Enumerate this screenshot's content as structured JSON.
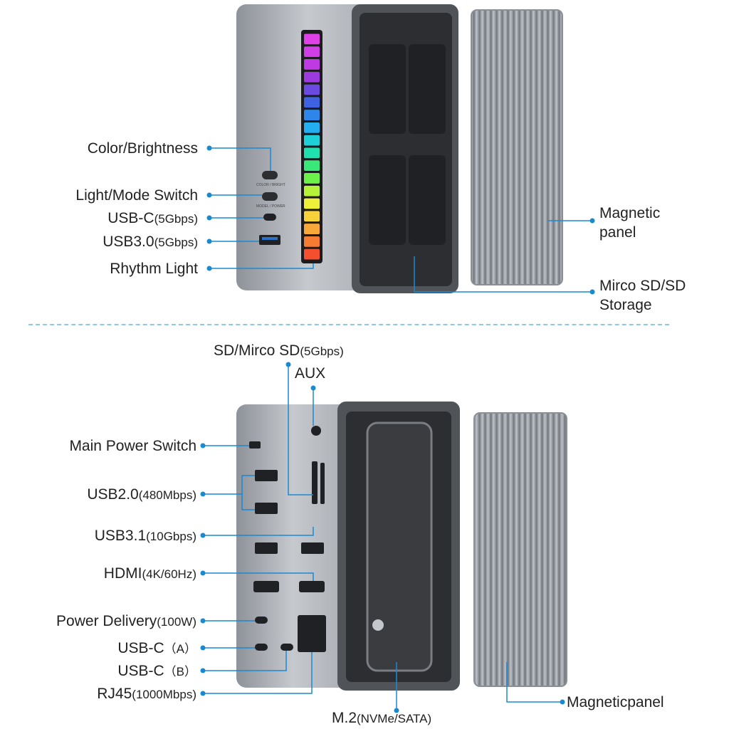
{
  "colors": {
    "accent": "#1a8ad0",
    "divider": "#8fc7e6",
    "body_metal": "#b9bdc4",
    "body_dark": "#3a3c40",
    "panel": "#9fa3aa"
  },
  "icons": [
    "rhythm-light-bar-icon",
    "usb-port-icon",
    "hdmi-port-icon",
    "rj45-port-icon",
    "sd-slot-icon",
    "aux-jack-icon"
  ],
  "rhythm_light_colors": [
    "#e040e8",
    "#d03ee6",
    "#c03ae4",
    "#9c3ae0",
    "#6a4ae0",
    "#3f62e2",
    "#2f86ea",
    "#22aef0",
    "#1ed0d8",
    "#20e0b0",
    "#3ae87a",
    "#6ef04a",
    "#b6f23a",
    "#eef03a",
    "#f8d23a",
    "#f8a838",
    "#f67c34",
    "#f45030"
  ],
  "top": {
    "left_labels": [
      {
        "text": "Color/Brightness",
        "suffix": ""
      },
      {
        "text": "Light/Mode Switch",
        "suffix": ""
      },
      {
        "text": "USB-C",
        "suffix": "(5Gbps)"
      },
      {
        "text": "USB3.0",
        "suffix": "(5Gbps)"
      },
      {
        "text": "Rhythm Light",
        "suffix": ""
      }
    ],
    "right_labels": [
      {
        "line1": "Magnetic",
        "line2": "panel"
      },
      {
        "line1": "Mirco SD/SD",
        "line2": "Storage"
      }
    ],
    "device_printed": [
      "COLOR / BRIGHT",
      "MODEL / POWER"
    ]
  },
  "bottom": {
    "top_labels": [
      {
        "text": "SD/Mirco SD",
        "suffix": "(5Gbps)"
      },
      {
        "text": "AUX",
        "suffix": ""
      }
    ],
    "left_labels": [
      {
        "text": "Main Power Switch",
        "suffix": ""
      },
      {
        "text": "USB2.0",
        "suffix": "(480Mbps)"
      },
      {
        "text": "USB3.1",
        "suffix": "(10Gbps)"
      },
      {
        "text": "HDMI",
        "suffix": "(4K/60Hz)"
      },
      {
        "text": "Power Delivery",
        "suffix": "(100W)"
      },
      {
        "text": "USB-C",
        "suffix": "（A）"
      },
      {
        "text": "USB-C",
        "suffix": "（B）"
      },
      {
        "text": "RJ45",
        "suffix": "(1000Mbps)"
      }
    ],
    "bottom_labels": [
      {
        "text": "M.2",
        "suffix": "(NVMe/SATA)"
      },
      {
        "text": "Magneticpanel",
        "suffix": ""
      }
    ]
  }
}
